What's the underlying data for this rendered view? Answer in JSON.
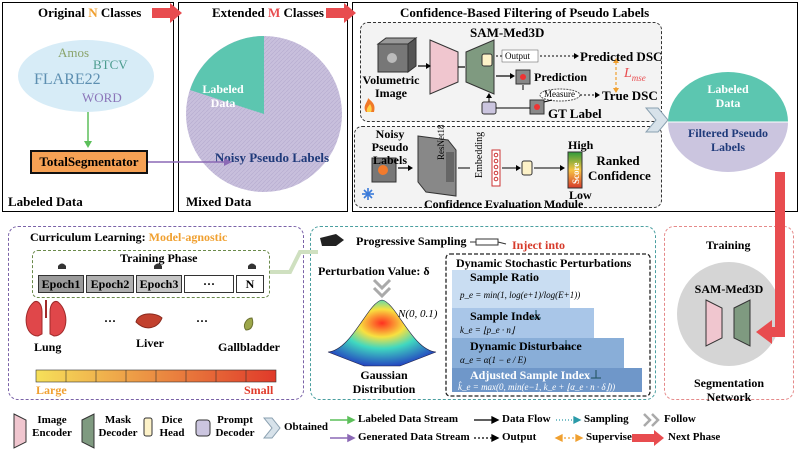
{
  "top": {
    "original_title_pre": "Original ",
    "original_title_accent": "N",
    "original_title_post": " Classes",
    "dataset_names": [
      "Amos",
      "BTCV",
      "FLARE22",
      "WORD"
    ],
    "total_segmentator": "TotalSegmentator",
    "labeled_data_caption": "Labeled Data",
    "extended_title_pre": "Extended ",
    "extended_title_accent": "M",
    "extended_title_post": " Classes",
    "pie_labeled": "Labeled Data",
    "pie_noisy": "Noisy Pseudo Labels",
    "mixed_data_caption": "Mixed Data",
    "filtering_title": "Confidence-Based Filtering of Pseudo Labels",
    "sam_med3d": "SAM-Med3D",
    "volumetric_image": "Volumetric Image",
    "output_label": "Output",
    "predicted_dsc": "Predicted DSC",
    "loss_symbol": "L",
    "loss_sub": "mse",
    "prediction": "Prediction",
    "measure": "Measure",
    "true_dsc": "True DSC",
    "gt_label": "GT Label",
    "noisy_pseudo_labels": "Noisy Pseudo Labels",
    "resnet": "ResNet18",
    "embedding": "Embedding",
    "score": "Score",
    "high": "High",
    "low": "Low",
    "ranked_confidence": "Ranked Confidence",
    "confidence_module": "Confidence Evaluation Module",
    "filtered_labeled": "Labeled Data",
    "filtered_pseudo": "Filtered Pseudo Labels"
  },
  "curriculum": {
    "title_pre": "Curriculum Learning: ",
    "title_accent": "Model-agnostic",
    "training_phase": "Training Phase",
    "epochs": [
      "Epoch1",
      "Epoch2",
      "Epoch3",
      "···",
      "N"
    ],
    "organs": [
      "Lung",
      "Liver",
      "Gallbladder"
    ],
    "dots": "···",
    "large": "Large",
    "small": "Small"
  },
  "sampling": {
    "title": "Progressive Sampling",
    "inject": "Inject into",
    "perturbation_label": "Perturbation Value: δ",
    "distribution": "N(0, 0.1)",
    "gaussian": "Gaussian Distribution",
    "dsp_title": "Dynamic Stochastic Perturbations",
    "sample_ratio": "Sample Ratio",
    "sample_ratio_formula": "p_e = min(1, log(e+1)/log(E+1))",
    "sample_index": "Sample Index",
    "sample_index_formula": "k_e = ⌊p_e · n⌋",
    "dynamic_disturbance": "Dynamic Disturbance",
    "dynamic_disturbance_formula": "α_e = α(1 − e / E)",
    "adjusted_sample_index": "Adjusted Sample Index",
    "adjusted_formula": "k̂_e = max(0, min(e−1, k_e + ⌊α_e · n · δ⌋))"
  },
  "training": {
    "title": "Training",
    "model": "SAM-Med3D",
    "network": "Segmentation Network"
  },
  "legend": {
    "image_encoder": "Image Encoder",
    "mask_decoder": "Mask Decoder",
    "dice_head": "Dice Head",
    "prompt_decoder": "Prompt Decoder",
    "obtained": "Obtained",
    "labeled_stream": "Labeled Data Stream",
    "generated_stream": "Generated Data Stream",
    "data_flow": "Data Flow",
    "output": "Output",
    "sampling": "Sampling",
    "supervise": "Supervise",
    "follow": "Follow",
    "next_phase": "Next Phase"
  },
  "colors": {
    "accent_red": "#e84c4f",
    "accent_orange": "#f0a030",
    "labeled_teal": "#5cc6b0",
    "noisy_lavender": "#c8bfdc",
    "encoder_pink": "#f0c6cf",
    "decoder_green": "#7f9a80",
    "dice_yellow": "#fdf2c8",
    "prompt_purple": "#cbc5df",
    "formula_blue": "#c9ddf2",
    "title_blue": "#89a9d4"
  }
}
